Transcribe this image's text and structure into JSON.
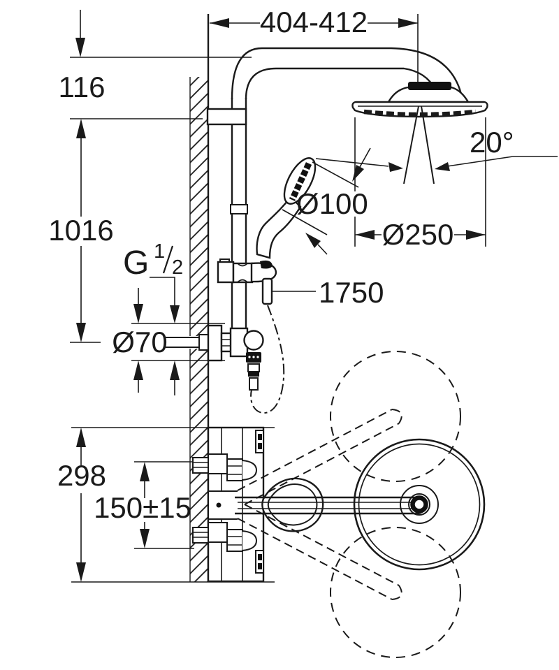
{
  "drawing": {
    "type": "technical-installation-diagram",
    "product": "thermostatic shower system with head shower and hand shower",
    "line_color": "#1a1a1a",
    "background_color": "#ffffff"
  },
  "front_view": {
    "dimensions": {
      "wall_to_head_center": "404-412",
      "arm_drop": "116",
      "rail_height": "1016",
      "thread_prefix": "G",
      "thread_numerator": "1",
      "thread_denominator": "2",
      "escutcheon_diameter": "Ø70",
      "hand_shower_diameter": "Ø100",
      "head_shower_diameter": "Ø250",
      "spray_angle": "20°",
      "hose_length": "1750"
    }
  },
  "top_view": {
    "dimensions": {
      "body_height": "298",
      "connection_spacing": "150±15"
    }
  }
}
